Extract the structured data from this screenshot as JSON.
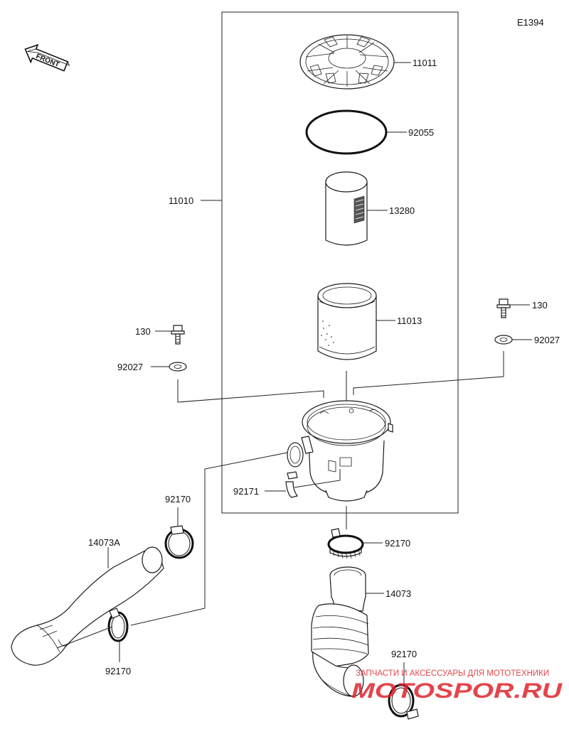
{
  "diagram_code": "E1394",
  "front_label": "FRONT",
  "callouts": {
    "c11011": "11011",
    "c92055": "92055",
    "c13280": "13280",
    "c11010": "11010",
    "c11013": "11013",
    "c130_left": "130",
    "c92027_left": "92027",
    "c130_right": "130",
    "c92027_right": "92027",
    "c92171": "92171",
    "c92170_top": "92170",
    "c14073A": "14073A",
    "c92170_mid": "92170",
    "c14073": "14073",
    "c92170_bottom_left": "92170",
    "c92170_bottom_right": "92170"
  },
  "watermark": {
    "subtitle": "ЗАПЧАСТИ И АКСЕССУАРЫ ДЛЯ МОТОТЕХНИКИ",
    "brand": "MOTOSPOR.RU",
    "color": "#e0242c"
  }
}
